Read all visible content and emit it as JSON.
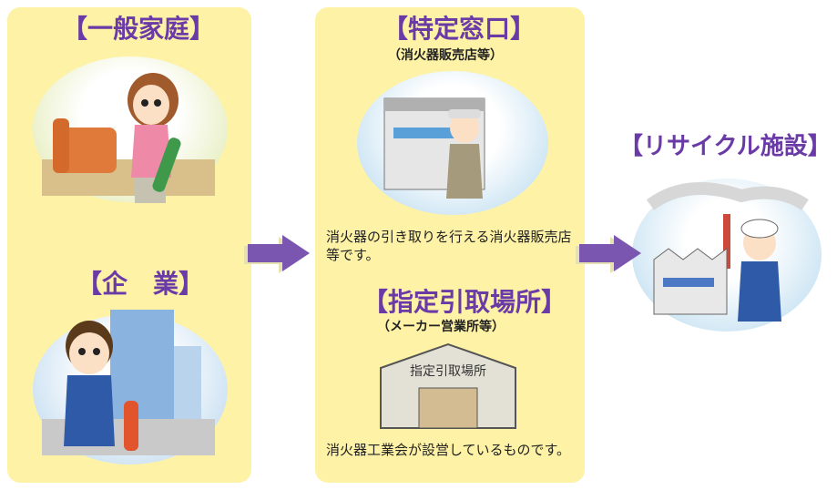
{
  "household": {
    "title": "【一般家庭】"
  },
  "company": {
    "title": "【企　業】"
  },
  "counter": {
    "title": "【特定窓口】",
    "subtitle": "（消火器販売店等）",
    "description": "消火器の引き取りを行える消火器販売店等です。"
  },
  "pickup": {
    "title": "【指定引取場所】",
    "subtitle": "（メーカー営業所等）",
    "description": "消火器工業会が設営しているものです。",
    "sign_text": "指定引取場所"
  },
  "recycling": {
    "title": "【リサイクル施設】"
  },
  "colors": {
    "panel": "#fdf2a6",
    "title": "#6a3aa6",
    "arrow": "#7a56b0"
  }
}
